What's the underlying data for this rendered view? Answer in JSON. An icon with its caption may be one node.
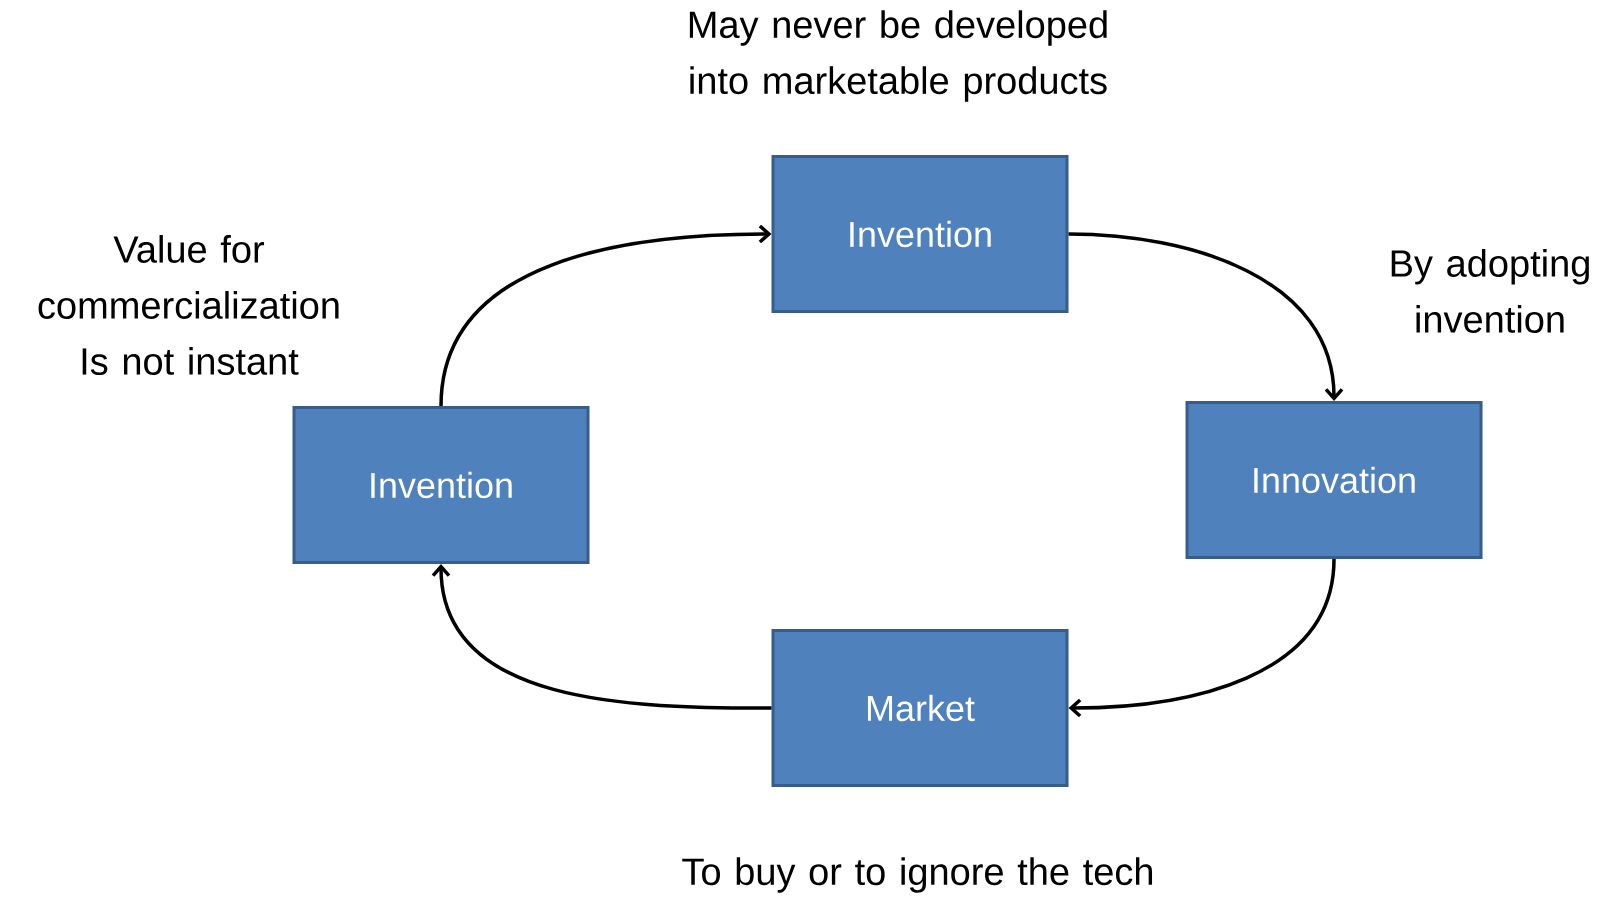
{
  "diagram": {
    "nodes": [
      {
        "text": [
          "Invention"
        ]
      },
      {
        "text": [
          "Innovation"
        ]
      },
      {
        "text": [
          "Market"
        ]
      },
      {
        "text": [
          "Invention"
        ]
      }
    ],
    "edges": [
      {
        "from": 0,
        "to": 1,
        "arrow": "to"
      },
      {
        "from": 1,
        "to": 2,
        "arrow": "to"
      },
      {
        "from": 2,
        "to": 3,
        "arrow": "to"
      },
      {
        "from": 3,
        "to": 0,
        "arrow": "to"
      }
    ],
    "labels": [
      "May never be developed into marketable products",
      "Value for commercialization Is not instant",
      "By adopting invention",
      "To buy or to ignore the tech"
    ]
  }
}
